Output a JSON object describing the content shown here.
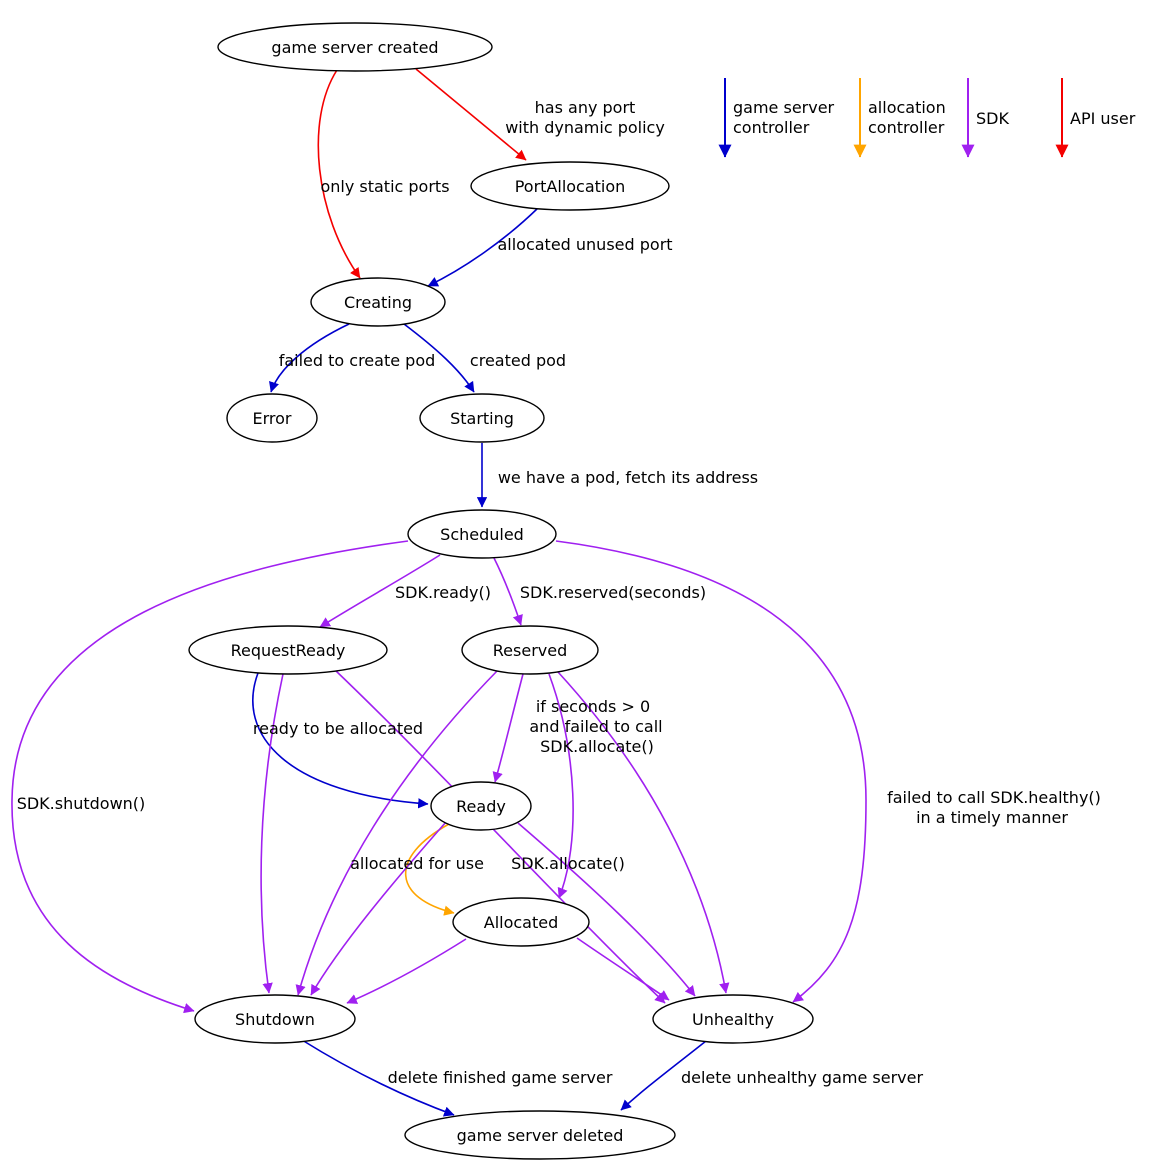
{
  "diagram": {
    "colors": {
      "blue": "#0000cd",
      "orange": "#ffa500",
      "purple": "#a020f0",
      "red": "#f40000",
      "node_stroke": "#000000",
      "text": "#000000"
    },
    "nodes": {
      "game_server_created": "game server created",
      "port_allocation": "PortAllocation",
      "creating": "Creating",
      "error": "Error",
      "starting": "Starting",
      "scheduled": "Scheduled",
      "request_ready": "RequestReady",
      "reserved": "Reserved",
      "ready": "Ready",
      "allocated": "Allocated",
      "shutdown": "Shutdown",
      "unhealthy": "Unhealthy",
      "game_server_deleted": "game server deleted"
    },
    "edges": [
      {
        "from": "game_server_created",
        "to": "creating",
        "actor": "api_user",
        "label": "only static ports"
      },
      {
        "from": "game_server_created",
        "to": "port_allocation",
        "actor": "api_user",
        "label_lines": [
          "has any port",
          "with dynamic policy"
        ]
      },
      {
        "from": "port_allocation",
        "to": "creating",
        "actor": "game_server_controller",
        "label": "allocated unused port"
      },
      {
        "from": "creating",
        "to": "error",
        "actor": "game_server_controller",
        "label": "failed to create pod"
      },
      {
        "from": "creating",
        "to": "starting",
        "actor": "game_server_controller",
        "label": "created pod"
      },
      {
        "from": "starting",
        "to": "scheduled",
        "actor": "game_server_controller",
        "label": "we have a pod, fetch its address"
      },
      {
        "from": "scheduled",
        "to": "request_ready",
        "actor": "sdk",
        "label": "SDK.ready()"
      },
      {
        "from": "scheduled",
        "to": "reserved",
        "actor": "sdk",
        "label": "SDK.reserved(seconds)"
      },
      {
        "from": "scheduled",
        "to": "shutdown",
        "actor": "sdk",
        "label": "SDK.shutdown()"
      },
      {
        "from": "scheduled",
        "to": "unhealthy",
        "actor": "sdk",
        "label_lines": [
          "failed to call SDK.healthy()",
          "in a timely manner"
        ]
      },
      {
        "from": "request_ready",
        "to": "ready",
        "actor": "game_server_controller",
        "label": "ready to be allocated"
      },
      {
        "from": "request_ready",
        "to": "shutdown",
        "actor": "sdk",
        "label": ""
      },
      {
        "from": "request_ready",
        "to": "unhealthy",
        "actor": "sdk",
        "label": ""
      },
      {
        "from": "reserved",
        "to": "ready",
        "actor": "sdk",
        "label_lines": [
          "if seconds > 0",
          "and failed to call",
          "SDK.allocate()"
        ]
      },
      {
        "from": "reserved",
        "to": "allocated",
        "actor": "sdk",
        "label": "SDK.allocate()"
      },
      {
        "from": "reserved",
        "to": "shutdown",
        "actor": "sdk",
        "label": ""
      },
      {
        "from": "reserved",
        "to": "unhealthy",
        "actor": "sdk",
        "label": ""
      },
      {
        "from": "ready",
        "to": "allocated",
        "actor": "allocation_controller",
        "label": "allocated for use"
      },
      {
        "from": "ready",
        "to": "shutdown",
        "actor": "sdk",
        "label": ""
      },
      {
        "from": "ready",
        "to": "unhealthy",
        "actor": "sdk",
        "label": ""
      },
      {
        "from": "allocated",
        "to": "shutdown",
        "actor": "sdk",
        "label": ""
      },
      {
        "from": "allocated",
        "to": "unhealthy",
        "actor": "sdk",
        "label": ""
      },
      {
        "from": "shutdown",
        "to": "game_server_deleted",
        "actor": "game_server_controller",
        "label": "delete finished game server"
      },
      {
        "from": "unhealthy",
        "to": "game_server_deleted",
        "actor": "game_server_controller",
        "label": "delete unhealthy game server"
      }
    ],
    "legend": [
      {
        "line1": "game server",
        "line2": "controller",
        "color": "#0000cd"
      },
      {
        "line1": "allocation",
        "line2": "controller",
        "color": "#ffa500"
      },
      {
        "line1": "SDK",
        "line2": "",
        "color": "#a020f0"
      },
      {
        "line1": "API user",
        "line2": "",
        "color": "#f40000"
      }
    ]
  }
}
